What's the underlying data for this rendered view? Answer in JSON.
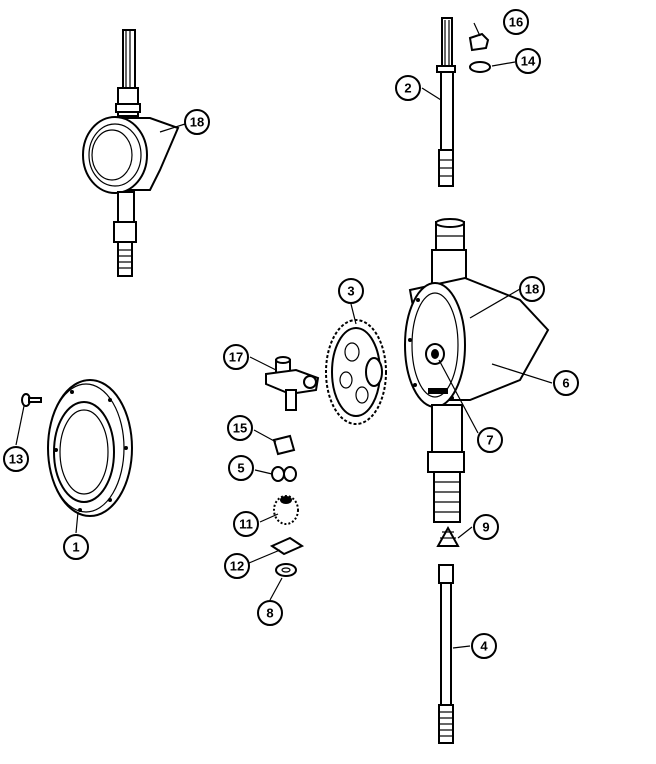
{
  "callouts": [
    {
      "id": "c18a",
      "label": "18"
    },
    {
      "id": "c16",
      "label": "16"
    },
    {
      "id": "c14",
      "label": "14"
    },
    {
      "id": "c2",
      "label": "2"
    },
    {
      "id": "c18b",
      "label": "18"
    },
    {
      "id": "c3",
      "label": "3"
    },
    {
      "id": "c17",
      "label": "17"
    },
    {
      "id": "c6",
      "label": "6"
    },
    {
      "id": "c7",
      "label": "7"
    },
    {
      "id": "c15",
      "label": "15"
    },
    {
      "id": "c13",
      "label": "13"
    },
    {
      "id": "c5",
      "label": "5"
    },
    {
      "id": "c11",
      "label": "11"
    },
    {
      "id": "c9",
      "label": "9"
    },
    {
      "id": "c1",
      "label": "1"
    },
    {
      "id": "c12",
      "label": "12"
    },
    {
      "id": "c8",
      "label": "8"
    },
    {
      "id": "c4",
      "label": "4"
    }
  ]
}
